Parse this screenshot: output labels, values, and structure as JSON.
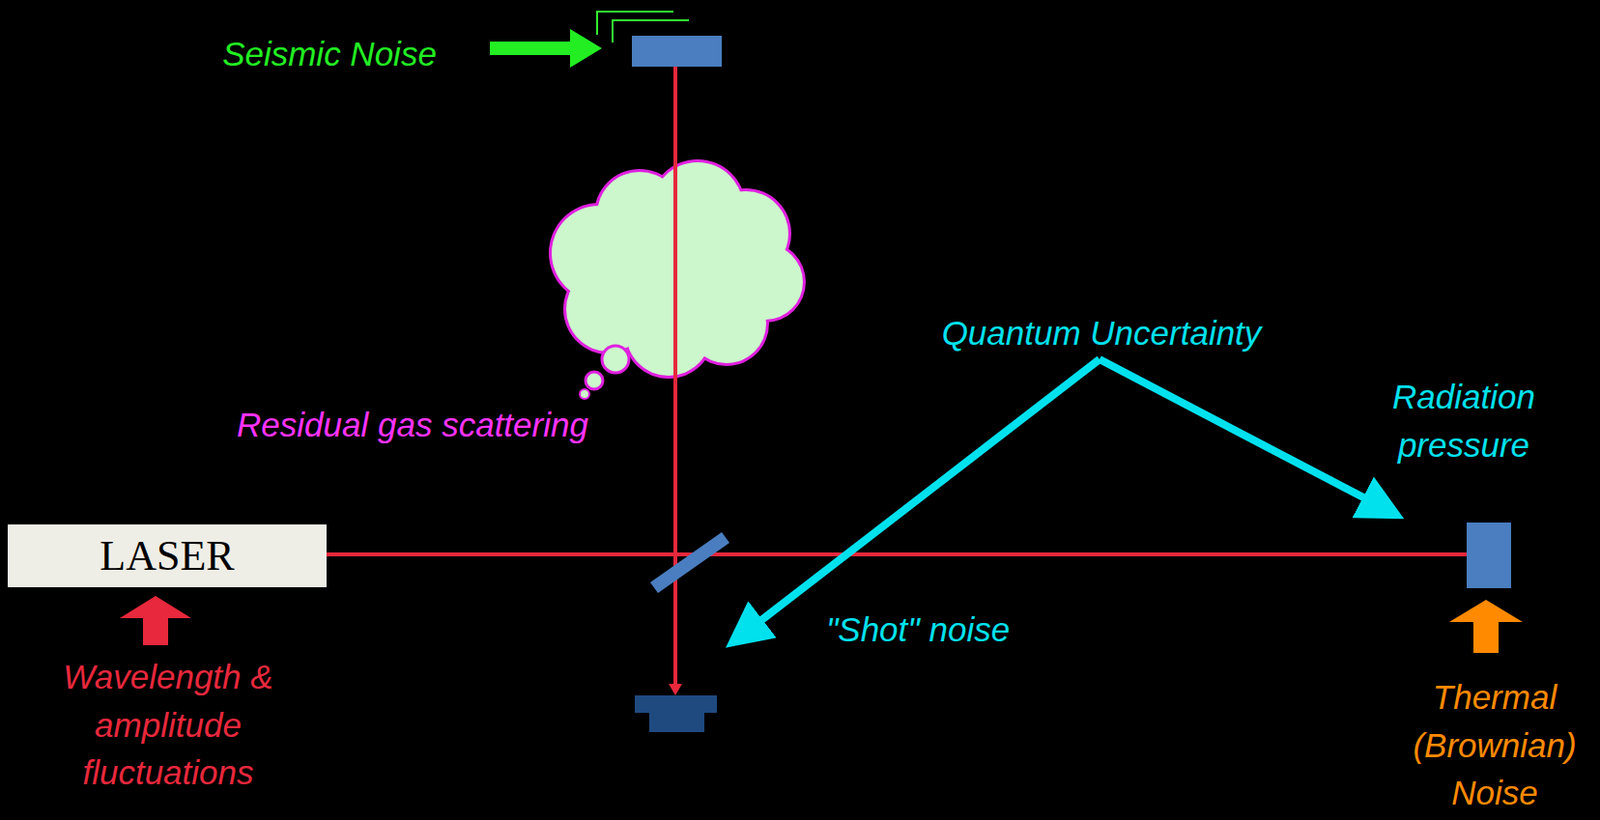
{
  "diagram": {
    "nodes": [
      {
        "text": [
          "LASER"
        ]
      }
    ],
    "labels": [
      "Seismic Noise",
      "Residual gas scattering",
      "Quantum Uncertainty",
      "Radiation pressure",
      "\"Shot\" noise",
      "Wavelength & amplitude fluctuations",
      "Thermal (Brownian) Noise"
    ]
  }
}
